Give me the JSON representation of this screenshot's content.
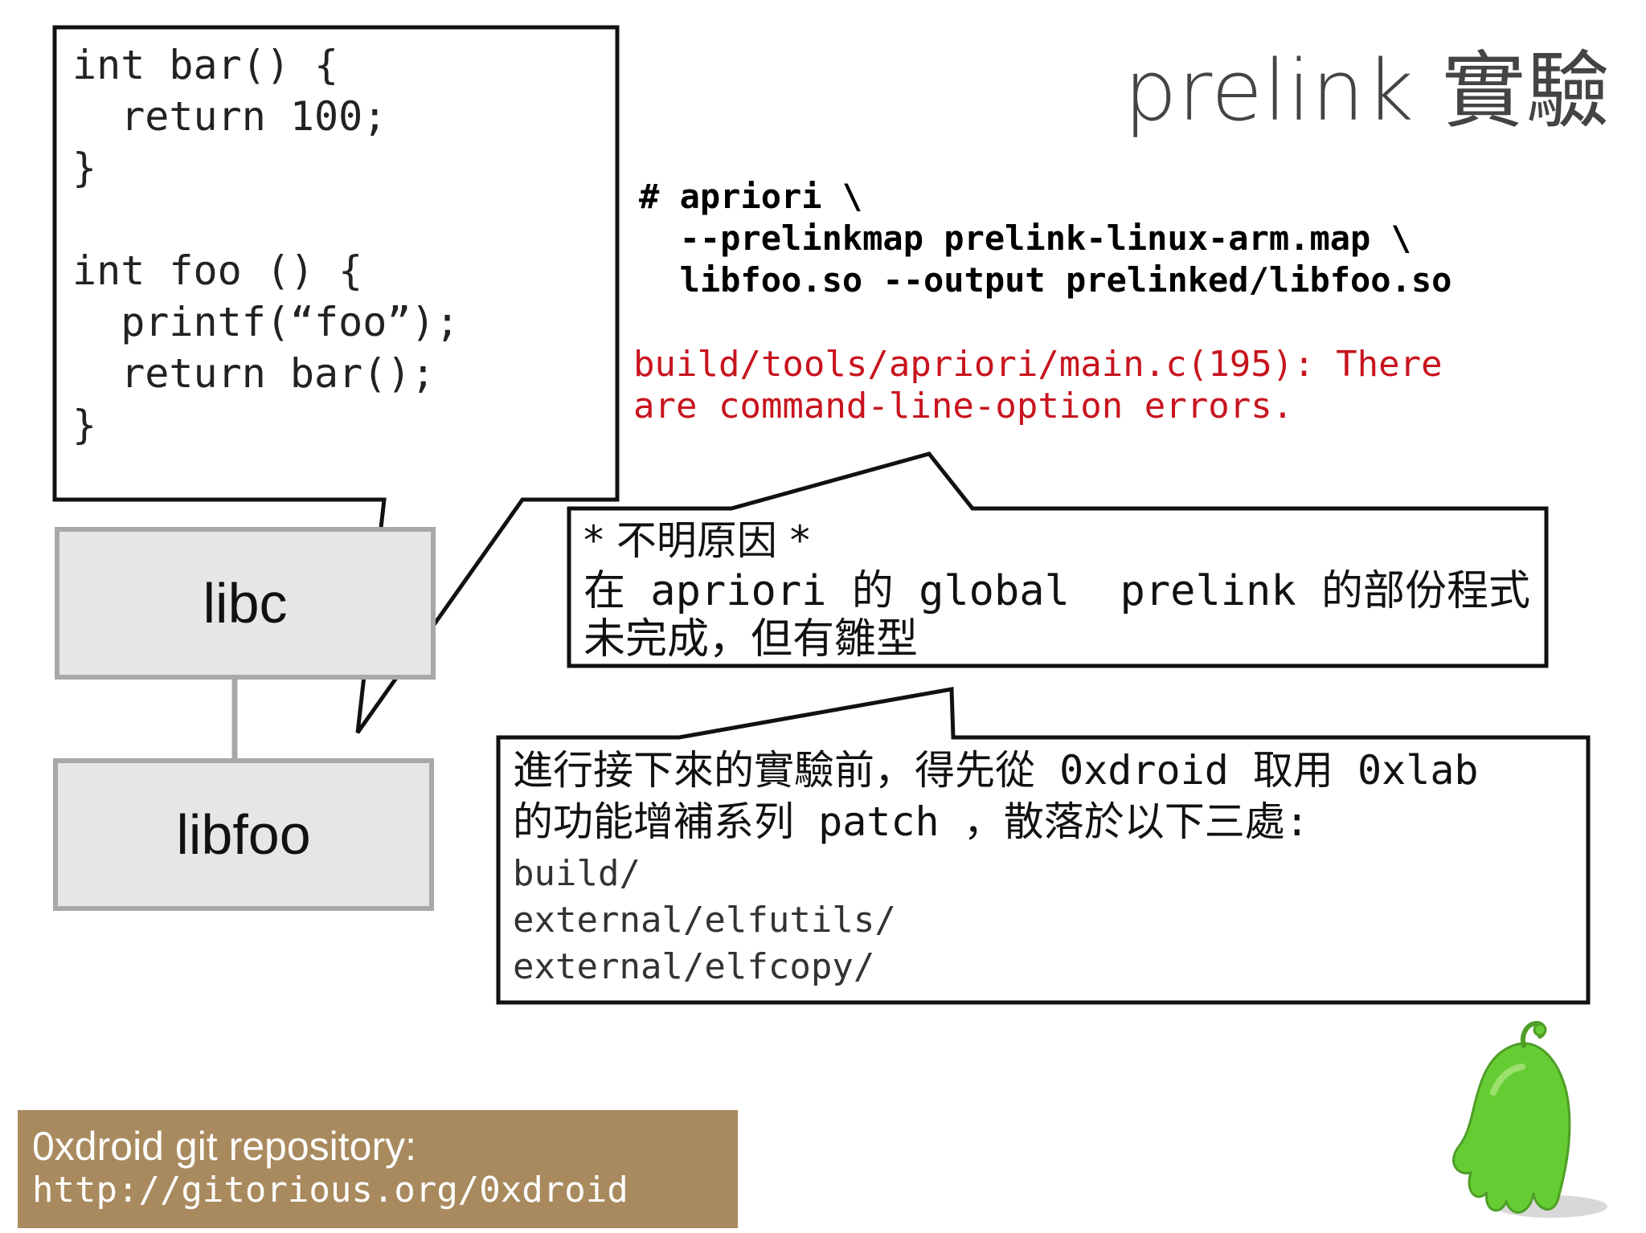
{
  "title": "prelink 實驗",
  "code_snippet": [
    "int bar() {",
    "  return 100;",
    "}",
    "",
    "int foo () {",
    "  printf(“foo”);",
    "  return bar();",
    "}"
  ],
  "command": [
    "# apriori \\",
    "  --prelinkmap prelink-linux-arm.map \\",
    "  libfoo.so --output prelinked/libfoo.so"
  ],
  "error_output": [
    "build/tools/apriori/main.c(195): There",
    "are command-line-option errors."
  ],
  "note_unknown": [
    "* 不明原因 *",
    "在 apriori 的 global  prelink 的部份程式",
    "未完成，但有雛型"
  ],
  "note_patch": [
    "進行接下來的實驗前，得先從 0xdroid 取用 0xlab",
    "的功能增補系列 patch ，散落於以下三處:",
    "build/",
    "external/elfutils/",
    "external/elfcopy/"
  ],
  "diagram": {
    "libc_label": "libc",
    "libfoo_label": "libfoo"
  },
  "footer": {
    "repo_title": "0xdroid git repository:",
    "repo_url": "http://gitorious.org/0xdroid"
  },
  "colors": {
    "error": "#c8141e",
    "banner": "#a98a5e",
    "lib_box_fill": "#e6e6e6",
    "lib_box_border": "#a8a8a8",
    "mascot": "#66cc33"
  },
  "mascot_icon": "green-blob-mascot-icon"
}
